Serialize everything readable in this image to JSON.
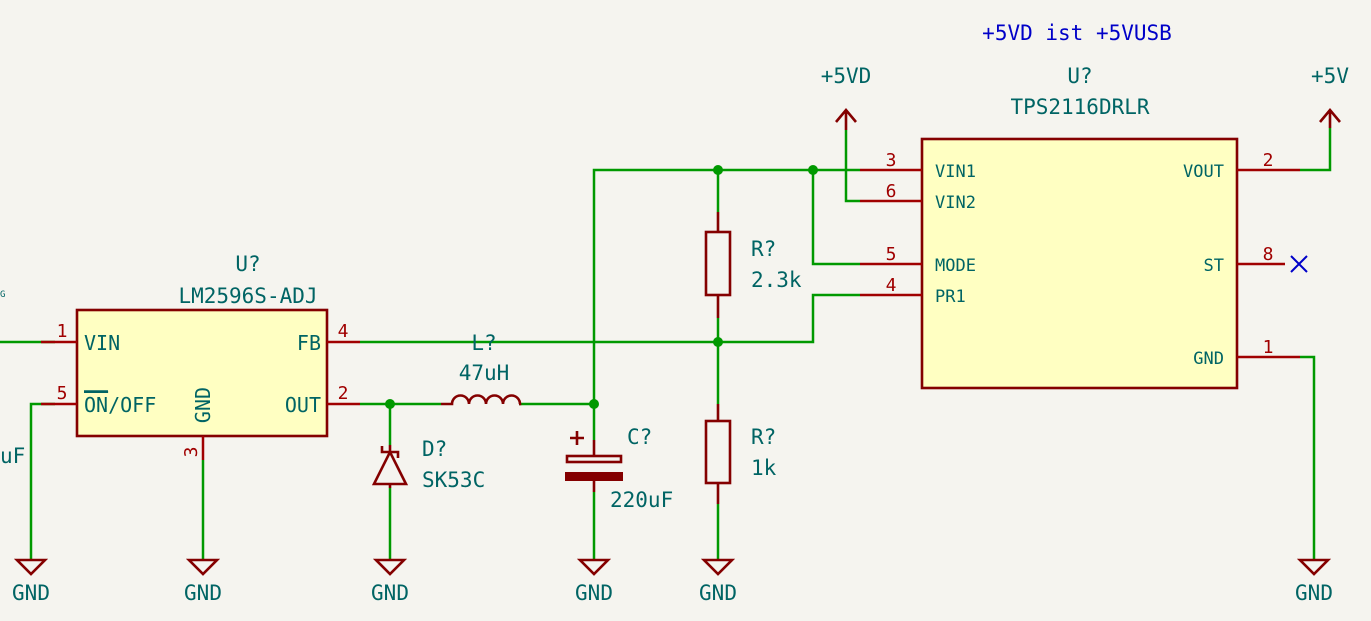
{
  "annotation": "+5VD ist +5VUSB",
  "u_lm": {
    "ref": "U?",
    "value": "LM2596S-ADJ",
    "pins": {
      "vin_num": "1",
      "vin_name": "VIN",
      "fb_num": "4",
      "fb_name": "FB",
      "en_num": "5",
      "en_over": "ON",
      "en_rest": "/OFF",
      "out_num": "2",
      "out_name": "OUT",
      "gnd_num": "3",
      "gnd_name": "GND"
    }
  },
  "u_tps": {
    "ref": "U?",
    "value": "TPS2116DRLR",
    "pins": {
      "vin1_num": "3",
      "vin1_name": "VIN1",
      "vin2_num": "6",
      "vin2_name": "VIN2",
      "mode_num": "5",
      "mode_name": "MODE",
      "pr1_num": "4",
      "pr1_name": "PR1",
      "vout_num": "2",
      "vout_name": "VOUT",
      "st_num": "8",
      "st_name": "ST",
      "gnd_num": "1",
      "gnd_name": "GND"
    }
  },
  "inductor": {
    "ref": "L?",
    "value": "47uH"
  },
  "diode": {
    "ref": "D?",
    "value": "SK53C"
  },
  "capacitor": {
    "ref": "C?",
    "value": "220uF"
  },
  "r_top": {
    "ref": "R?",
    "value": "2.3k"
  },
  "r_bot": {
    "ref": "R?",
    "value": "1k"
  },
  "power": {
    "p5vd": "+5VD",
    "p5v": "+5V",
    "gnd": "GND"
  },
  "edge": {
    "cap_value_partial": "uF",
    "tiny_label": "G"
  }
}
